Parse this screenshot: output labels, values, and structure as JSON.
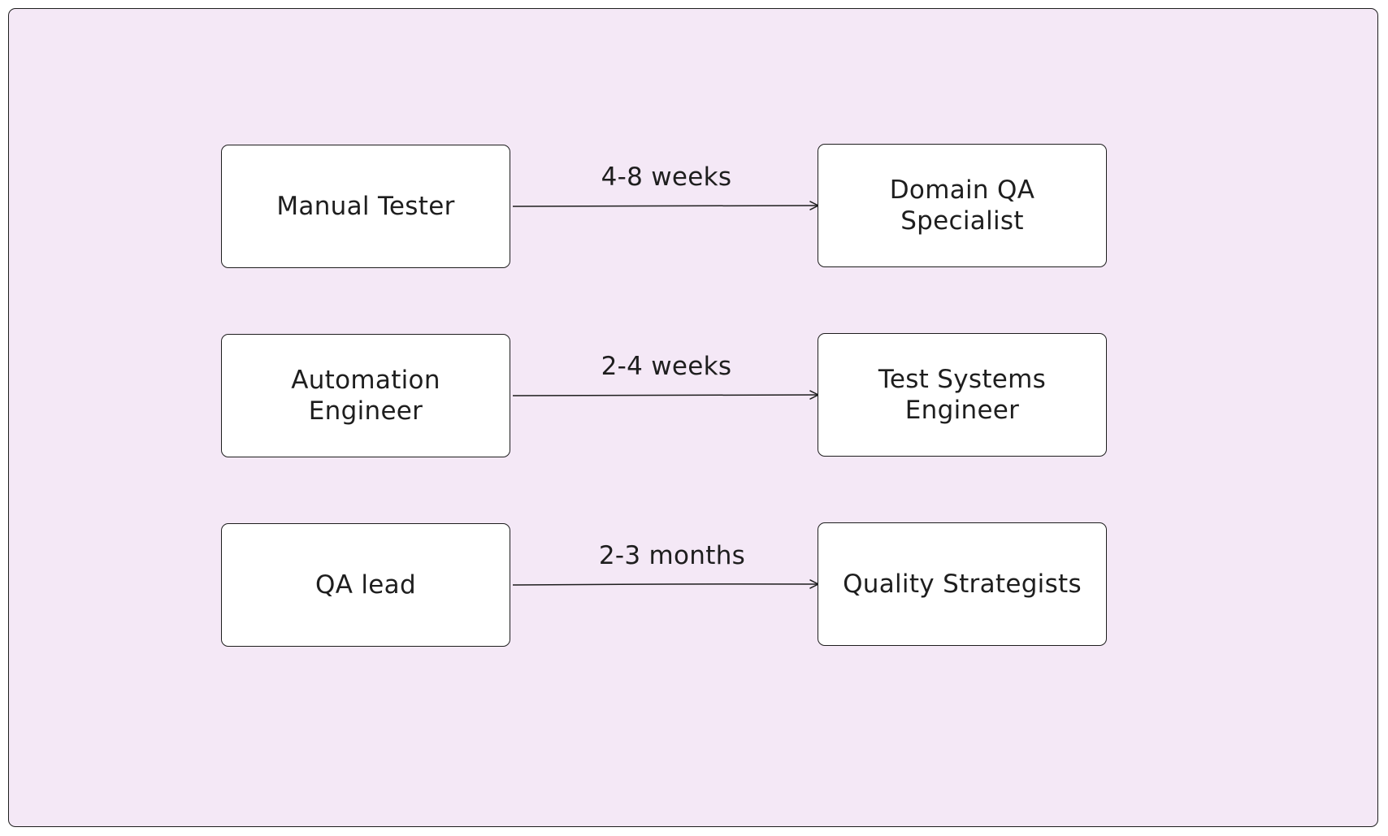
{
  "diagram": {
    "rows": [
      {
        "source": "Manual Tester",
        "target": "Domain QA Specialist",
        "duration": "4-8 weeks"
      },
      {
        "source": "Automation Engineer",
        "target": "Test Systems Engineer",
        "duration": "2-4 weeks"
      },
      {
        "source": "QA lead",
        "target": "Quality Strategists",
        "duration": "2-3 months"
      }
    ]
  },
  "colors": {
    "background": "#f4e8f6",
    "node_fill": "#ffffff",
    "stroke": "#1e1e1e"
  }
}
